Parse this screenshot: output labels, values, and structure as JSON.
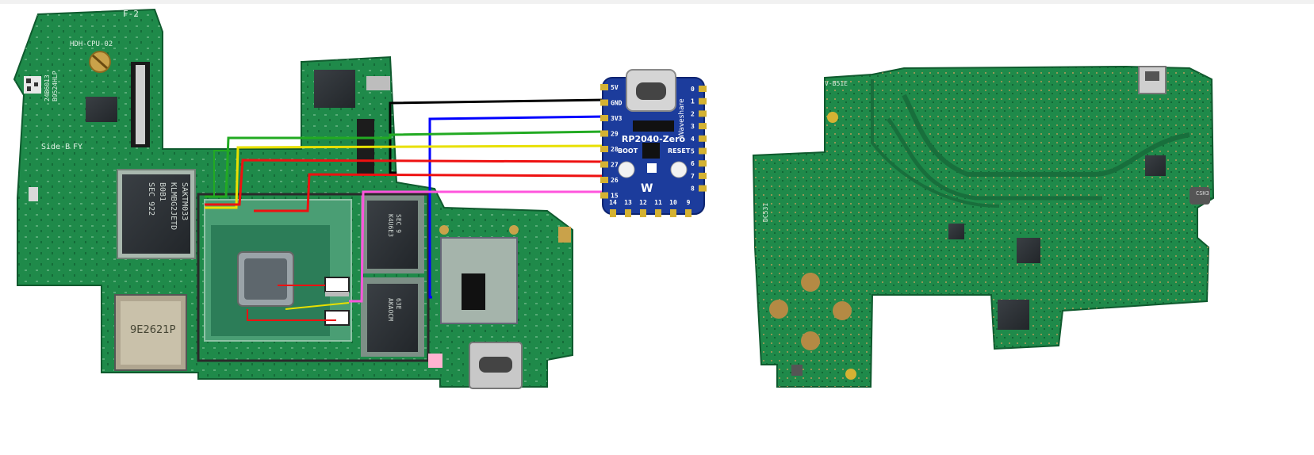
{
  "left_board": {
    "label_board_id": "F-2",
    "label_board_name": "HDH-CPU-02",
    "label_side": "Side-B",
    "label_fy": "FY",
    "label_serial_a": "24B6013",
    "label_serial_b": "B9524HLP",
    "ram_left_lines": [
      "SAKTM033",
      "KLMBG2JETD",
      "B0B1",
      "SEC 922"
    ],
    "ram_right_lines": [
      "SEC 9",
      "K4U6E3",
      "63E",
      "AKAOCM"
    ],
    "microsd_text": "9E2621P"
  },
  "rp2040": {
    "name": "RP2040-Zero",
    "brand": "Waveshare",
    "boot_label": "BOOT",
    "reset_label": "RESET",
    "left_pins": [
      "5V",
      "GND",
      "3V3",
      "29",
      "28",
      "27",
      "26",
      "15"
    ],
    "right_pins": [
      "0",
      "1",
      "2",
      "3",
      "4",
      "5",
      "6",
      "7",
      "8"
    ],
    "bottom_pins": [
      "14",
      "13",
      "12",
      "11",
      "10",
      "9"
    ]
  },
  "right_board": {
    "label_top": "V-B51E",
    "label_side": "DC531",
    "label_chip": "CSH3"
  },
  "wire_colors": {
    "gnd": "#000000",
    "3v3": "#0000ff",
    "gpio29": "#22aa22",
    "gpio28": "#e8e000",
    "gpio27": "#ee1111",
    "gpio26": "#ee1111",
    "gpio15": "#ff55dd"
  },
  "colors": {
    "pcb": "#1f8a4a",
    "pcb_dark": "#157a3e",
    "rp2040_blue": "#1c3c9c"
  }
}
